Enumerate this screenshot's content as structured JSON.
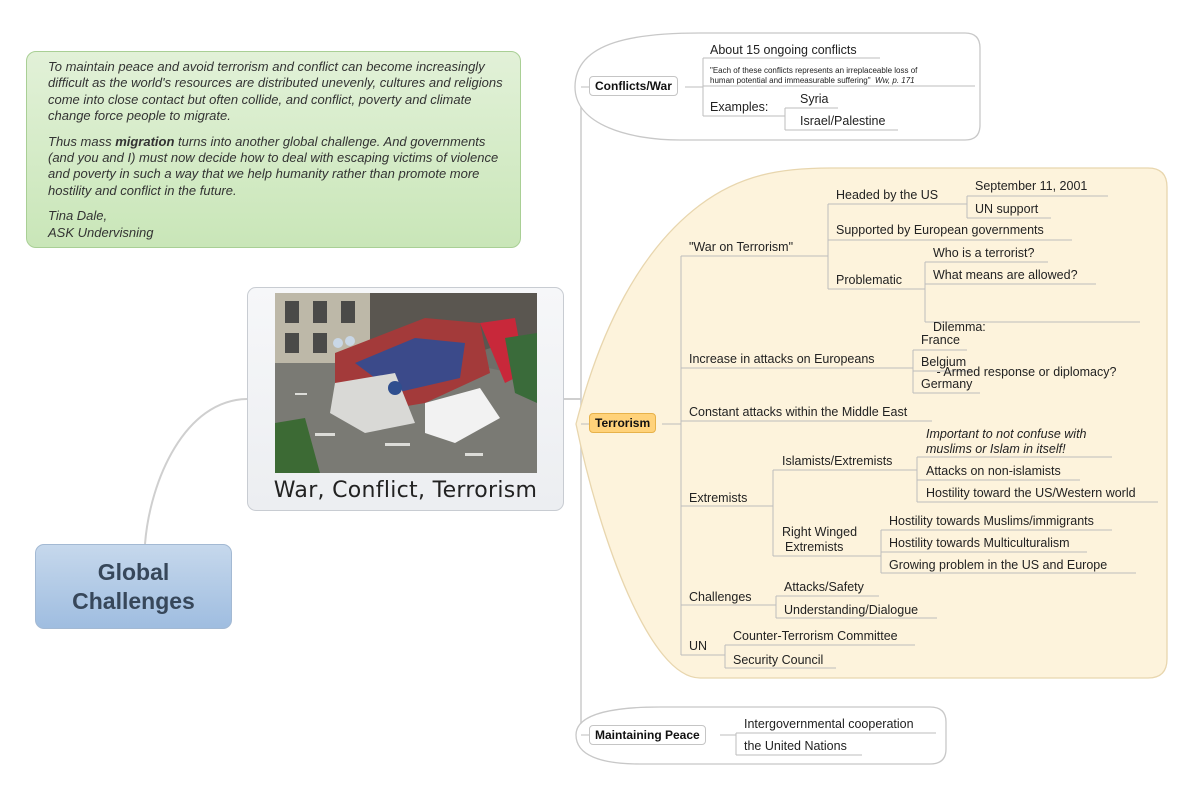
{
  "note": {
    "p1": "To maintain peace and avoid terrorism and conflict can become increasingly difficult as the world's resources are distributed unevenly, cultures and religions come into close contact but often collide, and conflict, poverty and climate change force people to migrate.",
    "p2_before": "Thus mass ",
    "p2_bold": "migration",
    "p2_after": " turns into another global challenge. And governments (and you and I) must now decide how to deal with escaping victims of violence and poverty in such a way that we help humanity rather than promote more hostility and conflict in the future.",
    "sig_name": "Tina Dale,",
    "sig_org": "ASK Undervisning"
  },
  "central": {
    "line1": "Global",
    "line2": "Challenges"
  },
  "card": {
    "title": "War, Conflict, Terrorism",
    "photo_icon": "bus-bombing-photo"
  },
  "conflicts": {
    "label": "Conflicts/War",
    "ongoing": "About 15 ongoing conflicts",
    "quote_line1": "\"Each of these conflicts represents an irreplaceable loss of",
    "quote_line2": "human potential and immeasurable suffering\"",
    "quote_source": "Ww, p. 171",
    "examples_label": "Examples:",
    "examples": [
      "Syria",
      "Israel/Palestine"
    ]
  },
  "terrorism": {
    "label": "Terrorism",
    "war_on_terror": {
      "label": "\"War on Terrorism\"",
      "headed": "Headed by the US",
      "headed_items": [
        "September 11, 2001",
        "UN support"
      ],
      "supported": "Supported by European governments",
      "problematic": "Problematic",
      "problematic_items": [
        "Who is a terrorist?",
        "What means are allowed?"
      ],
      "dilemma_line1": "Dilemma:",
      "dilemma_line2": " - Armed response or diplomacy?"
    },
    "attacks_europeans": {
      "label": "Increase in attacks on Europeans",
      "countries": [
        "France",
        "Belgium",
        "Germany"
      ]
    },
    "middle_east": "Constant attacks within the Middle East",
    "extremists": {
      "label": "Extremists",
      "islamists": "Islamists/Extremists",
      "islam_note_line1": "Important to not confuse with",
      "islam_note_line2": "muslims or Islam in itself!",
      "islam_items": [
        "Attacks on non-islamists",
        "Hostility toward the US/Western world"
      ],
      "right_line1": "Right Winged",
      "right_line2": "Extremists",
      "right_items": [
        "Hostility towards Muslims/immigrants",
        "Hostility towards Multiculturalism",
        "Growing problem in the US and Europe"
      ]
    },
    "challenges": {
      "label": "Challenges",
      "items": [
        "Attacks/Safety",
        "Understanding/Dialogue"
      ]
    },
    "un": {
      "label": "UN",
      "items": [
        "Counter-Terrorism Committee",
        "Security Council"
      ]
    }
  },
  "peace": {
    "label": "Maintaining Peace",
    "items": [
      "Intergovernmental cooperation",
      "the United Nations"
    ]
  },
  "colors": {
    "note_bg": "#d5ebc8",
    "central_bg": "#b3cbe7",
    "terrorism_bg": "#fdf3dc",
    "terrorism_topic": "#ffd27a",
    "line": "#cccccc"
  }
}
